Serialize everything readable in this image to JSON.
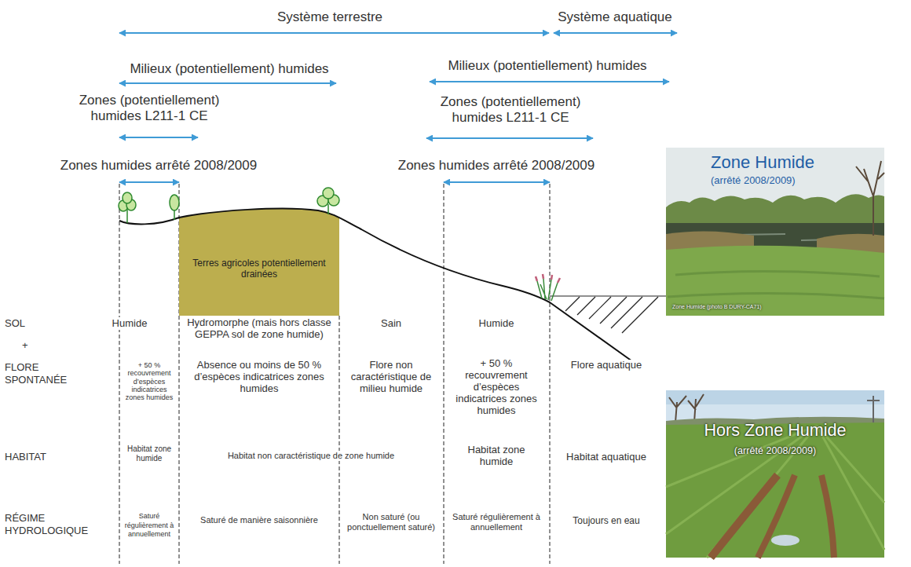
{
  "diagram": {
    "nodes": [
      {
        "text": [
          "Terres agricoles potentiellement drainées"
        ]
      },
      {
        "text": [
          "Zone Humide",
          "(arrêté 2008/2009)",
          "Zone Humide (photo B DURY-CA71)"
        ]
      },
      {
        "text": [
          "Hors Zone Humide",
          "(arrêté 2008/2009)"
        ]
      }
    ],
    "labels": [
      "Système terrestre",
      "Système aquatique",
      "Milieux (potentiellement) humides",
      "Milieux (potentiellement) humides",
      "Zones (potentiellement) humides L211-1 CE",
      "Zones (potentiellement) humides L211-1 CE",
      "Zones humides arrêté 2008/2009",
      "Zones humides arrêté 2008/2009",
      "SOL",
      "Humide",
      "Hydromorphe (mais hors classe GEPPA sol de zone humide)",
      "Sain",
      "Humide",
      "+",
      "FLORE SPONTANÉE",
      "+ 50 % recouvrement d’espèces indicatrices zones humides",
      "Absence ou moins de 50 % d’espèces indicatrices zones humides",
      "Flore non caractéristique de milieu humide",
      "+ 50 % recouvrement d’espèces indicatrices zones humides",
      "Flore aquatique",
      "HABITAT",
      "Habitat zone humide",
      "Habitat non caractéristique de zone humide",
      "Habitat zone humide",
      "Habitat aquatique",
      "RÉGIME HYDROLOGIQUE",
      "Saturé régulièrement à annuellement",
      "Saturé de manière saisonnière",
      "Non saturé (ou ponctuellement saturé)",
      "Saturé régulièrement à annuellement",
      "Toujours en eau"
    ]
  }
}
